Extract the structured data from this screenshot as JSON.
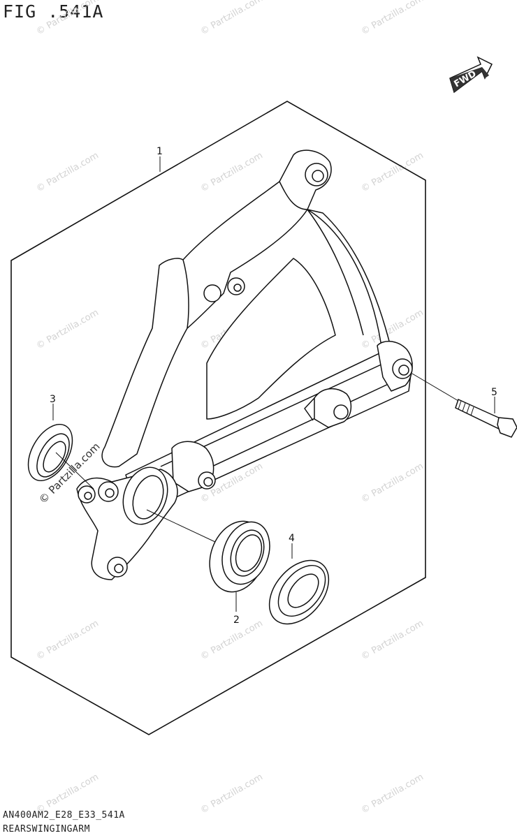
{
  "figure": {
    "title": "FIG .541A",
    "code": "AN400AM2_E28_E33_541A",
    "name": "REARSWINGINGARM",
    "fwd_label": "FWD"
  },
  "watermark": "© Partzilla.com",
  "callouts": [
    "1",
    "2",
    "3",
    "4",
    "5"
  ]
}
